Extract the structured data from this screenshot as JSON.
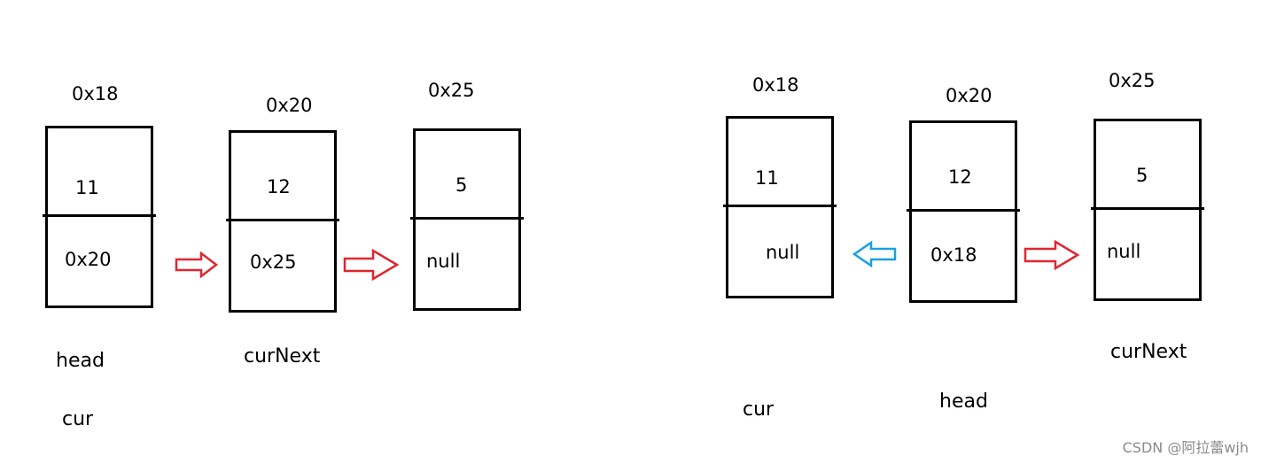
{
  "diagram_left": {
    "nodes": [
      {
        "address": "0x18",
        "value": "11",
        "next": "0x20"
      },
      {
        "address": "0x20",
        "value": "12",
        "next": "0x25"
      },
      {
        "address": "0x25",
        "value": "5",
        "next": "null"
      }
    ],
    "labels": {
      "head": "head",
      "cur": "cur",
      "curNext": "curNext"
    }
  },
  "diagram_right": {
    "nodes": [
      {
        "address": "0x18",
        "value": "11",
        "next": "null"
      },
      {
        "address": "0x20",
        "value": "12",
        "next": "0x18"
      },
      {
        "address": "0x25",
        "value": "5",
        "next": "null"
      }
    ],
    "labels": {
      "cur": "cur",
      "head": "head",
      "curNext": "curNext"
    }
  },
  "colors": {
    "arrow_red": "#e0262e",
    "arrow_blue": "#1a9fe0"
  },
  "watermark": "CSDN @阿拉蕾wjh"
}
